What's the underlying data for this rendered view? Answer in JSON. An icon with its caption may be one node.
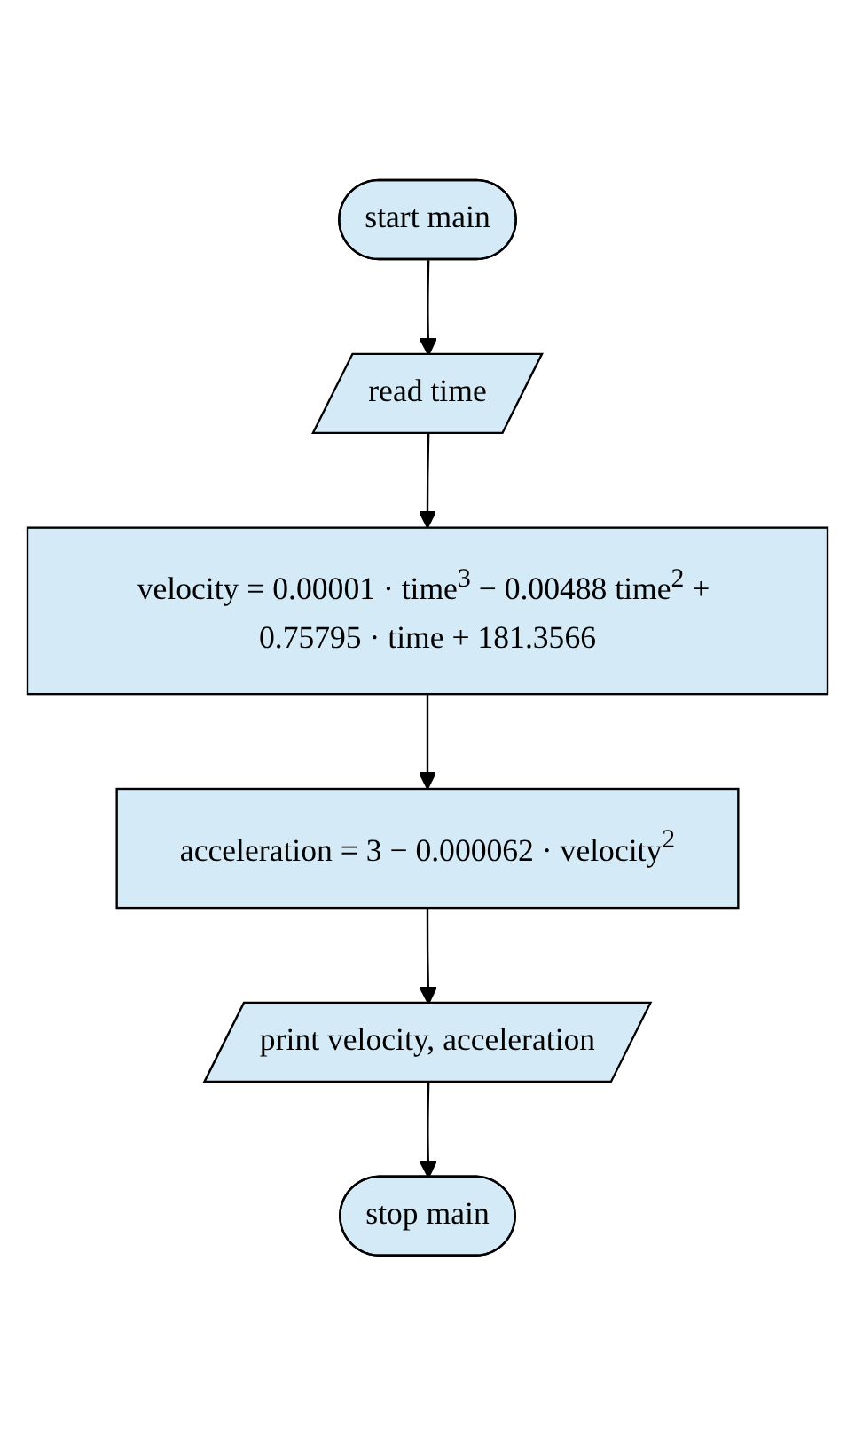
{
  "diagram": {
    "nodes": [
      {
        "text": [
          "start main"
        ]
      },
      {
        "text": [
          "read time"
        ]
      },
      {
        "text": [
          "velocity = 0.00001 · time$^{3}$ − 0.00488 time$^{2}$ + 0.75795 · time + 181.3566"
        ]
      },
      {
        "text": [
          "acceleration = 3 − 0.000062 · velocity$^{2}$"
        ]
      },
      {
        "text": [
          "print velocity, acceleration"
        ]
      },
      {
        "text": [
          "stop main"
        ]
      }
    ],
    "edges": [
      {
        "from": 0,
        "to": 1,
        "arrow": "to"
      },
      {
        "from": 1,
        "to": 2,
        "arrow": "to"
      },
      {
        "from": 2,
        "to": 3,
        "arrow": "to"
      },
      {
        "from": 3,
        "to": 4,
        "arrow": "to"
      },
      {
        "from": 4,
        "to": 5,
        "arrow": "to"
      }
    ]
  }
}
